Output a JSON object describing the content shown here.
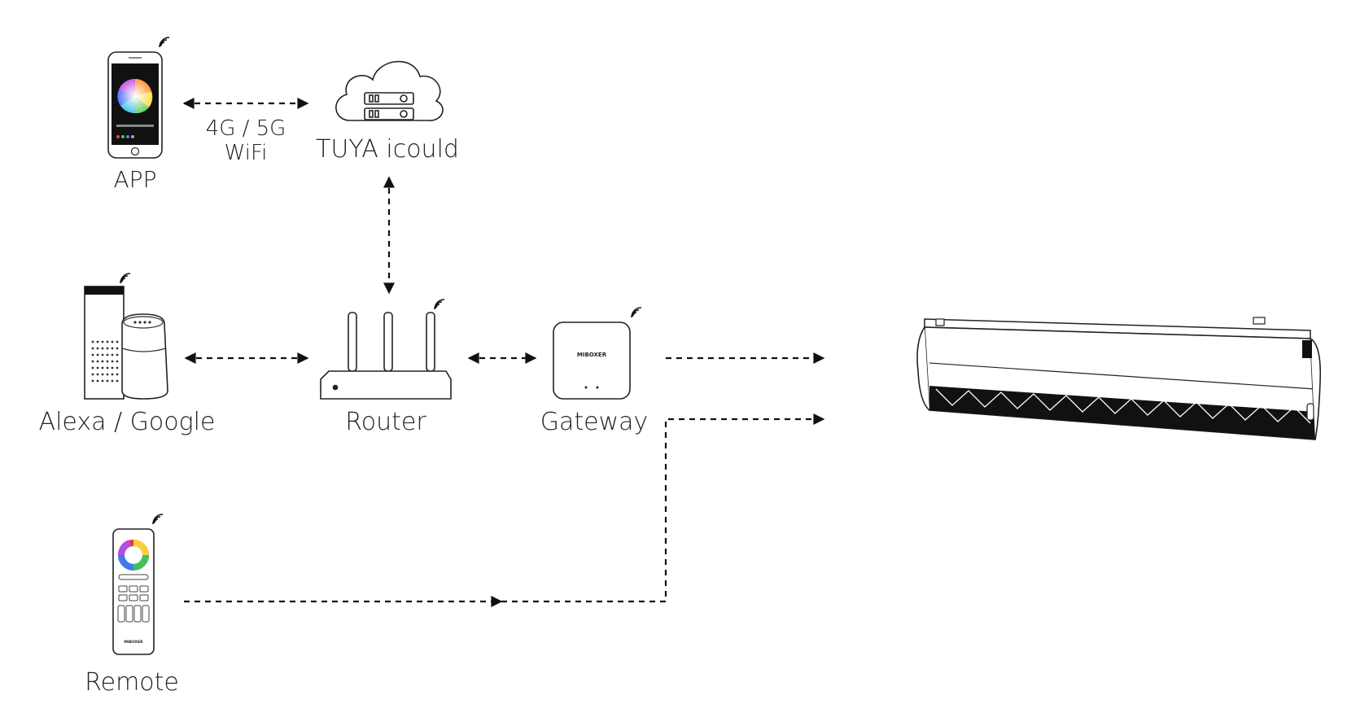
{
  "nodes": {
    "app": {
      "label": "APP",
      "icon": "smartphone-icon"
    },
    "cloud": {
      "label": "TUYA icould",
      "icon": "cloud-server-icon"
    },
    "assistant": {
      "label": "Alexa / Google",
      "icon": "smart-speaker-icon"
    },
    "router": {
      "label": "Router",
      "icon": "router-icon"
    },
    "gateway": {
      "label": "Gateway",
      "icon": "gateway-icon",
      "brand": "MIBOXER"
    },
    "remote": {
      "label": "Remote",
      "icon": "remote-control-icon",
      "brand": "MIBOXER"
    },
    "light": {
      "icon": "linear-track-light-icon"
    }
  },
  "links": {
    "app_cloud": {
      "line1": "4G / 5G",
      "line2": "WiFi"
    }
  }
}
